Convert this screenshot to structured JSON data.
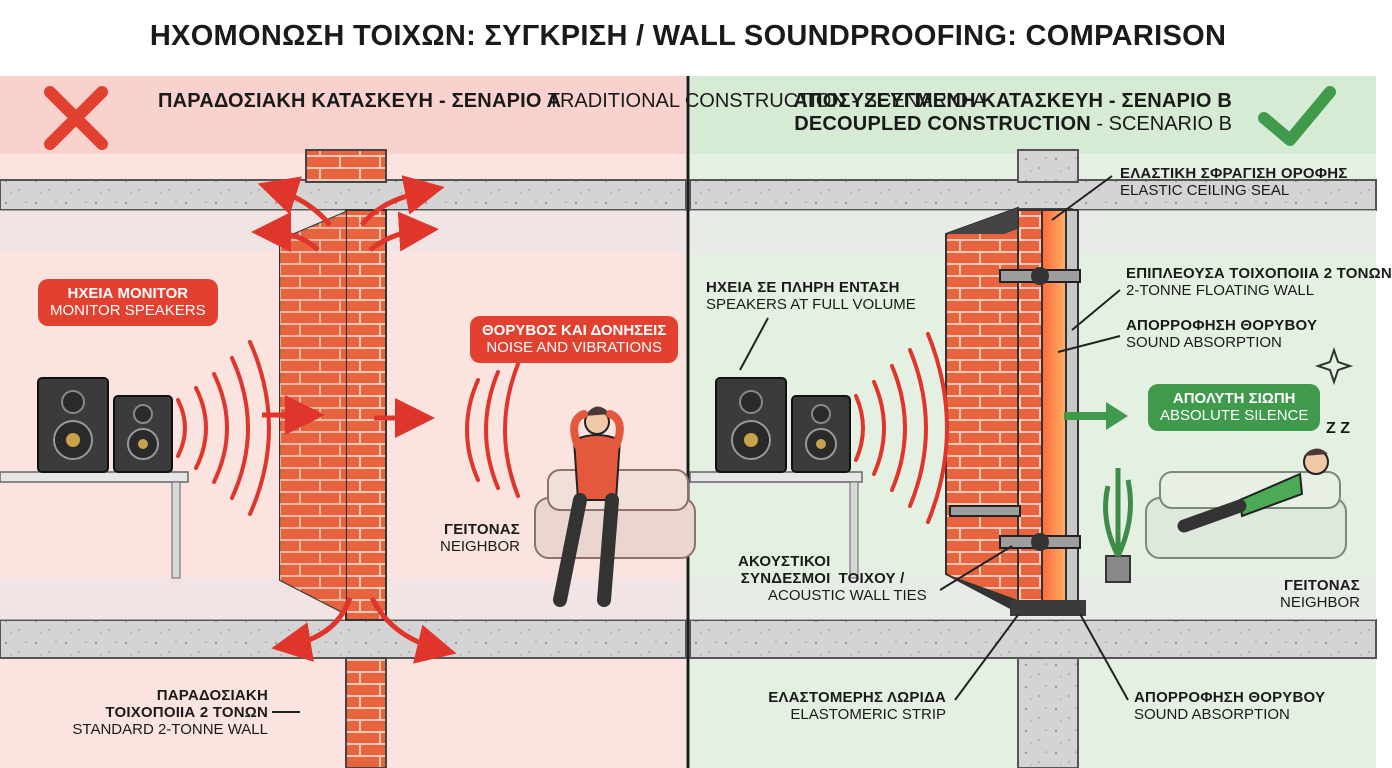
{
  "title": "ΗΧΟΜΟΝΩΣΗ ΤΟΙΧΩΝ: ΣΥΓΚΡΙΣΗ / WALL SOUNDPROOFING: COMPARISON",
  "colors": {
    "panel_a_bg": "#fbe3e0",
    "panel_b_bg": "#e4f1e2",
    "brick": "#e8643f",
    "mortar": "#f3c7b6",
    "slab": "#d4d4d4",
    "arrow_red": "#e0352b",
    "arrow_green": "#3f9a4c",
    "cross_red": "#e3412f",
    "check_green": "#3f9a4c"
  },
  "scenario_a": {
    "status_icon": "cross-icon",
    "heading_gr": "ΠΑΡΑΔΟΣΙΑΚΗ ΚΑΤΑΣΚΕΥΗ - ΣΕΝΑΡΙΟ Α",
    "heading_en": "TRADITIONAL CONSTRUCTION - SCENARIO A",
    "speakers_gr": "ΗΧΕΙΑ MONITOR",
    "speakers_en": "MONITOR SPEAKERS",
    "noise_gr": "ΘΟΡΥΒΟΣ ΚΑΙ ΔΟΝΗΣΕΙΣ",
    "noise_en": "NOISE AND VIBRATIONS",
    "neighbor_gr": "ΓΕΙΤΟΝΑΣ",
    "neighbor_en": "NEIGHBOR",
    "wall_gr_1": "ΠΑΡΑΔΟΣΙΑΚΗ",
    "wall_gr_2": "ΤΟΙΧΟΠΟΙΙΑ 2 ΤΟΝΩΝ",
    "wall_en": "STANDARD 2-TONNE WALL"
  },
  "scenario_b": {
    "status_icon": "check-icon",
    "heading_gr": "ΑΠΟΣΥΖΕΥΓΜΕΝΗ ΚΑΤΑΣΚΕΥΗ - ΣΕΝΑΡΙΟ Β",
    "heading_en_bold": "DECOUPLED CONSTRUCTION",
    "heading_en_rest": " - SCENARIO B",
    "ceiling_seal_gr": "ΕΛΑΣΤΙΚΗ ΣΦΡΑΓΙΣΗ ΟΡΟΦΗΣ",
    "ceiling_seal_en": "ELASTIC CEILING SEAL",
    "floating_wall_gr": "ΕΠΙΠΛΕΟΥΣΑ ΤΟΙΧΟΠΟΙΙΑ 2 ΤΟΝΩΝ",
    "floating_wall_en": "2-TONNE FLOATING WALL",
    "absorption_gr": "ΑΠΟΡΡΟΦΗΣΗ ΘΟΡΥΒΟΥ",
    "absorption_en": "SOUND ABSORPTION",
    "speakers_gr": "ΗΧΕΙΑ ΣΕ ΠΛΗΡΗ ΕΝΤΑΣΗ",
    "speakers_en": "SPEAKERS AT FULL VOLUME",
    "silence_gr": "ΑΠΟΛΥΤΗ ΣΙΩΠΗ",
    "silence_en": "ABSOLUTE SILENCE",
    "sleep_text": "Z Z",
    "ties_gr_1": "ΑΚΟΥΣΤΙΚΟΙ",
    "ties_gr_2": "ΣΥΝΔΕΣΜΟΙ",
    "ties_gr_3": "ΤΟΙΧΟΥ /",
    "ties_en": "ACOUSTIC WALL TIES",
    "neighbor_gr": "ΓΕΙΤΟΝΑΣ",
    "neighbor_en": "NEIGHBOR",
    "strip_gr": "ΕΛΑΣΤΟΜΕΡΗΣ ΛΩΡΙΔΑ",
    "strip_en": "ELASTOMERIC STRIP",
    "absorption2_gr": "ΑΠΟΡΡΟΦΗΣΗ ΘΟΡΥΒΟΥ",
    "absorption2_en": "SOUND ABSORPTION"
  }
}
